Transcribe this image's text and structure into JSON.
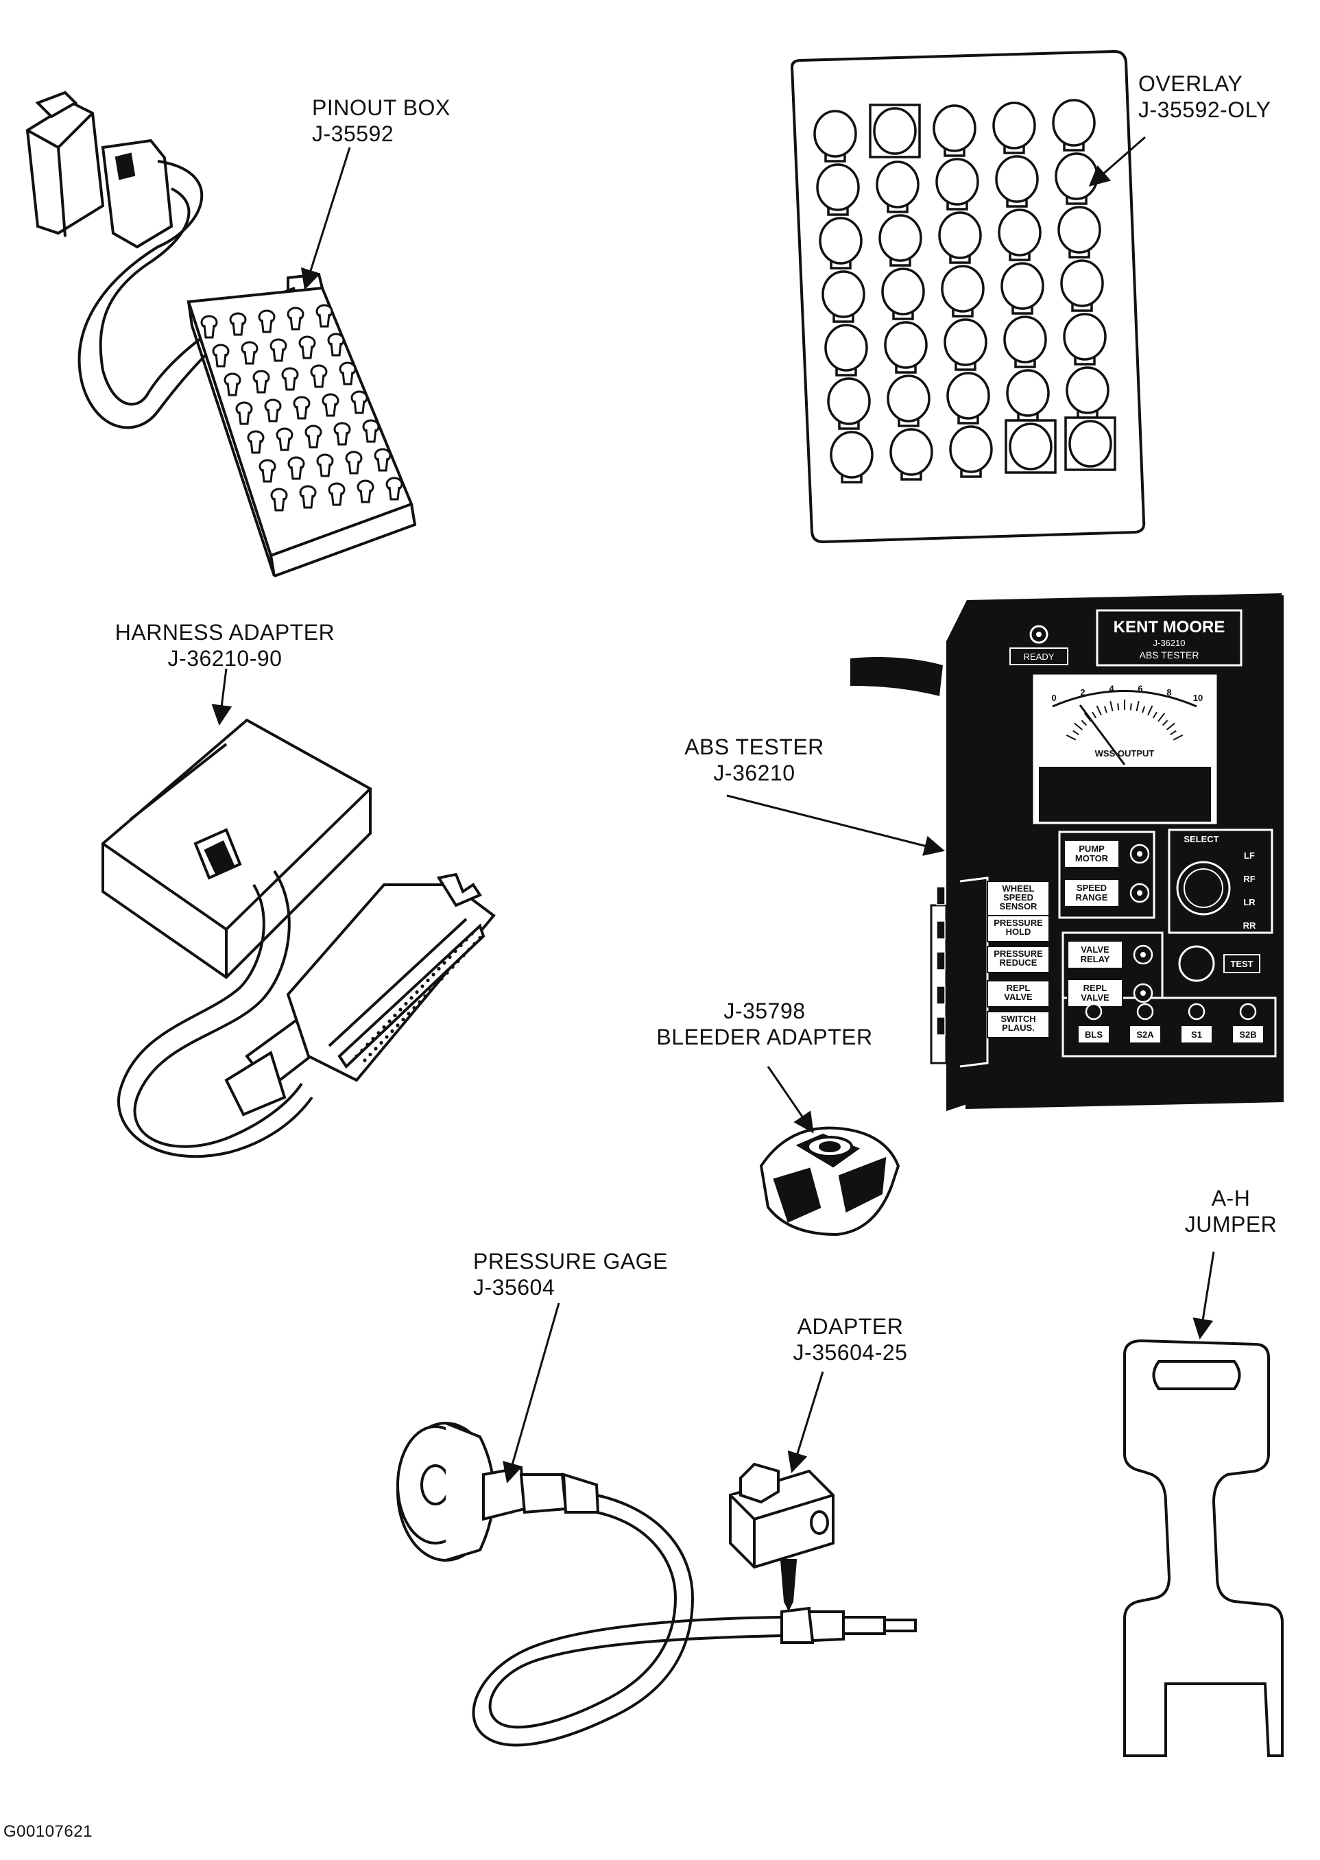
{
  "labels": {
    "pinout_box": {
      "name": "PINOUT BOX",
      "part": "J-35592"
    },
    "overlay": {
      "name": "OVERLAY",
      "part": "J-35592-OLY"
    },
    "harness_adapter": {
      "name": "HARNESS ADAPTER",
      "part": "J-36210-90"
    },
    "abs_tester": {
      "name": "ABS TESTER",
      "part": "J-36210"
    },
    "bleeder_adapter": {
      "part": "J-35798",
      "name": "BLEEDER ADAPTER"
    },
    "pressure_gage": {
      "name": "PRESSURE GAGE",
      "part": "J-35604"
    },
    "adapter": {
      "name": "ADAPTER",
      "part": "J-35604-25"
    },
    "ah_jumper": {
      "line1": "A-H",
      "line2": "JUMPER"
    }
  },
  "tester_panel": {
    "brand": "KENT MOORE",
    "model": "J-36210",
    "subtitle": "ABS TESTER",
    "ready": "READY",
    "meter_label": "WSS OUTPUT",
    "meter_scale": [
      "0",
      "2",
      "4",
      "6",
      "8",
      "10"
    ],
    "select": "SELECT",
    "select_positions": [
      "LF",
      "RF",
      "LR",
      "RR"
    ],
    "test": "TEST",
    "buttons_left": [
      [
        "WHEEL",
        "SPEED",
        "SENSOR"
      ],
      [
        "PRESSURE",
        "HOLD"
      ],
      [
        "PRESSURE",
        "REDUCE"
      ],
      [
        "REPL",
        "VALVE"
      ],
      [
        "SWITCH",
        "PLAUS."
      ]
    ],
    "buttons_mid": [
      [
        "PUMP",
        "MOTOR"
      ],
      [
        "SPEED",
        "RANGE"
      ],
      [
        "VALVE",
        "RELAY"
      ],
      [
        "REPL",
        "VALVE"
      ]
    ],
    "bottom_switches": [
      "BLS",
      "S2A",
      "S1",
      "S2B"
    ]
  },
  "figure_id": "G00107621"
}
